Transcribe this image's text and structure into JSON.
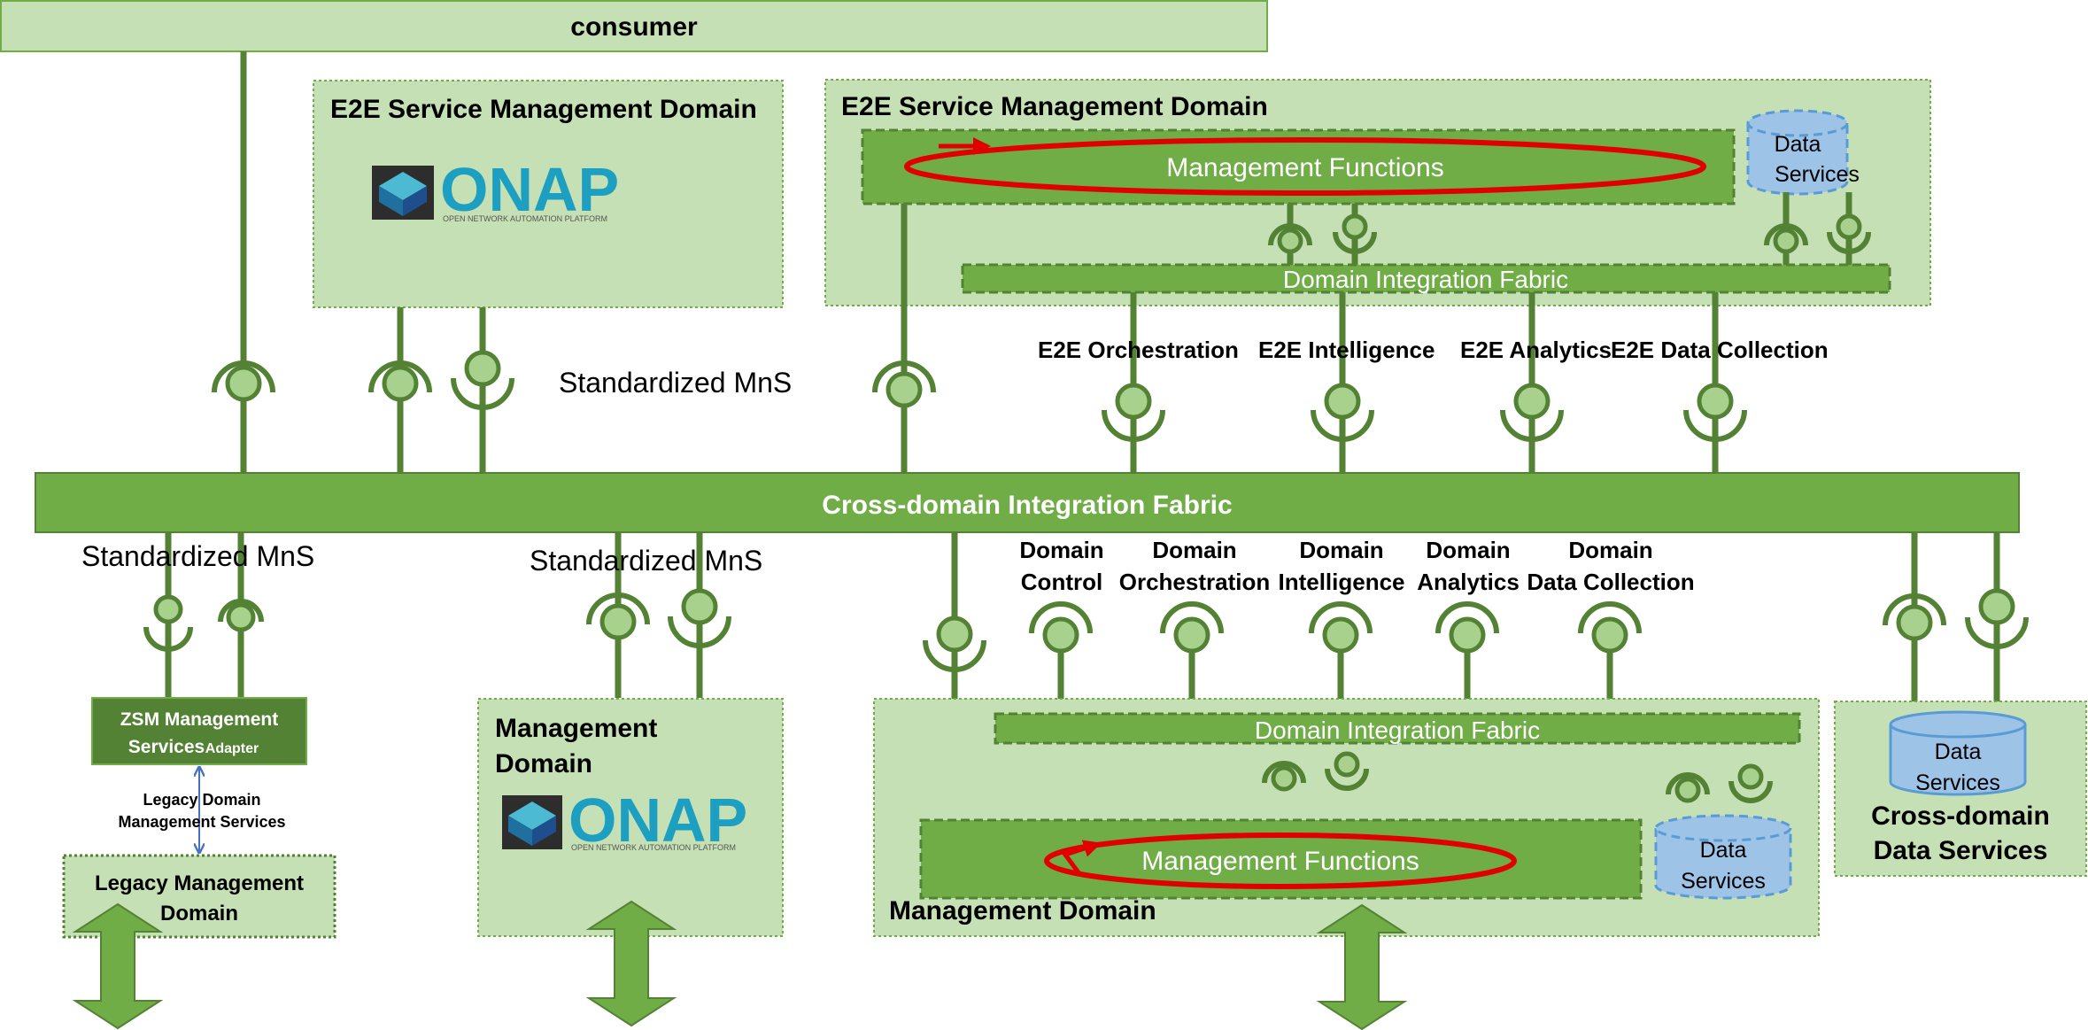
{
  "consumer": {
    "label": "consumer"
  },
  "e2e_onap_domain": {
    "title": "E2E Service Management Domain",
    "logo_text": "ONAP",
    "logo_subtitle": "OPEN NETWORK AUTOMATION PLATFORM"
  },
  "e2e_domain": {
    "title": "E2E Service Management Domain",
    "management_functions": "Management Functions",
    "data_services_line1": "Data",
    "data_services_line2": "Services",
    "integration_fabric": "Domain Integration Fabric",
    "services": [
      "E2E Orchestration",
      "E2E Intelligence",
      "E2E Analytics",
      "E2E Data Collection"
    ]
  },
  "standardized_mns": {
    "upper": "Standardized MnS",
    "lower_left": "Standardized MnS",
    "lower_middle": "Standardized MnS"
  },
  "cross_domain_fabric": {
    "label": "Cross-domain Integration Fabric"
  },
  "zsm_adapter": {
    "line1": "ZSM Management",
    "line2": "Services",
    "line2_small": "Adapter"
  },
  "legacy": {
    "services_line1": "Legacy Domain",
    "services_line2": "Management Services",
    "domain_line1": "Legacy Management",
    "domain_line2": "Domain"
  },
  "onap_mgmt_domain": {
    "title_line1": "Management",
    "title_line2": "Domain",
    "logo_text": "ONAP",
    "logo_subtitle": "OPEN NETWORK AUTOMATION PLATFORM"
  },
  "mgmt_domain": {
    "title": "Management Domain",
    "services": [
      {
        "line1": "Domain",
        "line2": "Control"
      },
      {
        "line1": "Domain",
        "line2": "Orchestration"
      },
      {
        "line1": "Domain",
        "line2": "Intelligence"
      },
      {
        "line1": "Domain",
        "line2": "Analytics"
      },
      {
        "line1": "Domain",
        "line2": "Data Collection"
      }
    ],
    "integration_fabric": "Domain Integration Fabric",
    "management_functions": "Management Functions",
    "data_services_line1": "Data",
    "data_services_line2": "Services"
  },
  "cross_domain_data": {
    "data_services_line1": "Data",
    "data_services_line2": "Services",
    "title_line1": "Cross-domain",
    "title_line2": "Data Services"
  },
  "colors": {
    "light_green": "#c5e0b4",
    "green": "#70ad47",
    "dark_green": "#548235",
    "blue": "#9dc3e6",
    "red": "#e00000"
  }
}
